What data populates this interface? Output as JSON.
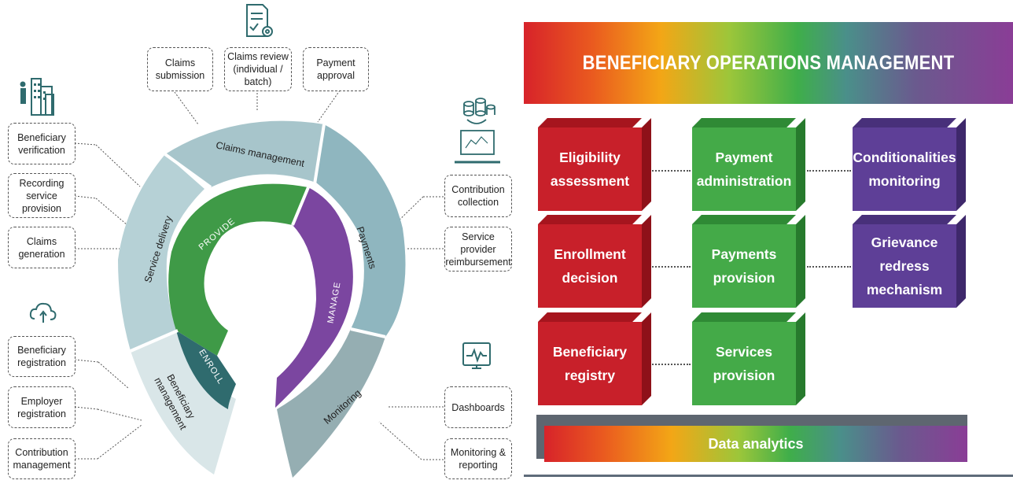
{
  "left_diagram": {
    "ring_segments": {
      "claims_management": "Claims management",
      "payments": "Payments",
      "monitoring": "Monitoring",
      "beneficiary_management": "Beneficiary management",
      "service_delivery": "Service delivery"
    },
    "inner_labels": {
      "provide": "PROVIDE",
      "manage": "MANAGE",
      "enroll": "ENROLL"
    },
    "boxes": {
      "claims_submission": "Claims\nsubmission",
      "claims_review": "Claims review\n(individual /\nbatch)",
      "payment_approval": "Payment\napproval",
      "beneficiary_verification": "Beneficiary\nverification",
      "recording_service_provision": "Recording\nservice\nprovision",
      "claims_generation": "Claims\ngeneration",
      "beneficiary_registration": "Beneficiary\nregistration",
      "employer_registration": "Employer\nregistration",
      "contribution_management": "Contribution\nmanagement",
      "contribution_collection": "Contribution\ncollection",
      "service_provider_reimbursement": "Service\nprovider\nreimbursement",
      "dashboards": "Dashboards",
      "monitoring_reporting": "Monitoring &\nreporting"
    },
    "icons": [
      "document-gear-icon",
      "people-building-icon",
      "coins-laptop-icon",
      "cloud-upload-icon",
      "monitor-pulse-icon"
    ],
    "colors": {
      "segment_light": "#b6d1d6",
      "segment_mid": "#8fb6bf",
      "segment_monitoring": "#95aeb2",
      "segment_pale": "#d9e6e8",
      "green": "#3f9a47",
      "purple": "#7b46a0",
      "dark_teal": "#2f6b6e"
    }
  },
  "right_diagram": {
    "title": "BENEFICIARY OPERATIONS MANAGEMENT",
    "columns": [
      {
        "color": "red",
        "items": [
          "Eligibility\nassessment",
          "Enrollment\ndecision",
          "Beneficiary\nregistry"
        ]
      },
      {
        "color": "green",
        "items": [
          "Payment\nadministration",
          "Payments\nprovision",
          "Services\nprovision"
        ]
      },
      {
        "color": "purple",
        "items": [
          "Conditionalities\nmonitoring",
          "Grievance\nredress\nmechanism"
        ]
      }
    ],
    "data_analytics": "Data analytics",
    "colors": {
      "red": "#c8202a",
      "green": "#44aa48",
      "purple": "#5e3f97"
    }
  }
}
